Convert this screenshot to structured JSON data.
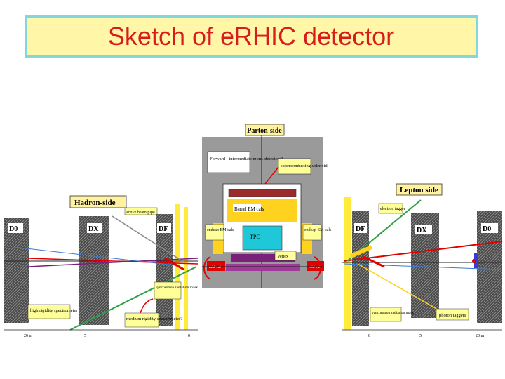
{
  "slide": {
    "title": "Sketch of eRHIC detector"
  },
  "diagram": {
    "center": {
      "header": "Parton-side",
      "note_left": "Forward - intermediate mom. detectors?",
      "note_right": "superconducting solenoid",
      "barrel": "Barrel EM cals",
      "endcap_left": "endcap EM cals",
      "endcap_right": "endcap EM cals",
      "tpc": "TPC",
      "vertex": "vertex",
      "mid_left": "mid-cal",
      "mid_right": "mid-cal"
    },
    "left": {
      "header": "Hadron-side",
      "beam_pipe": "active beam pipe",
      "d0": "D0",
      "dx": "DX",
      "df": "DF",
      "sync_mask": "synchrotron radiation mask",
      "high_rigidity": "high rigidity spectrometer",
      "medium_rigidity": "medium rigidity spectrometer?",
      "axis_start": "20 m",
      "axis_mid": "5",
      "axis_end": "0"
    },
    "right": {
      "header": "Lepton side",
      "electron_tagger": "electron tagger",
      "df": "DF",
      "dx": "DX",
      "d0": "D0",
      "sync_mask": "synchrotron radiation mask",
      "photon_taggers": "photon taggers",
      "axis_start": "0",
      "axis_mid": "5",
      "axis_end": "20 m"
    },
    "colors": {
      "title": "#d81b1b",
      "title_bg": "#fff6a8",
      "title_border": "#7fd8e0",
      "yellow_label": "#ffff99",
      "magnet": "#555555",
      "beam_red": "#e00000",
      "beam_green": "#2ea043",
      "purple": "#7a1f7a"
    }
  }
}
